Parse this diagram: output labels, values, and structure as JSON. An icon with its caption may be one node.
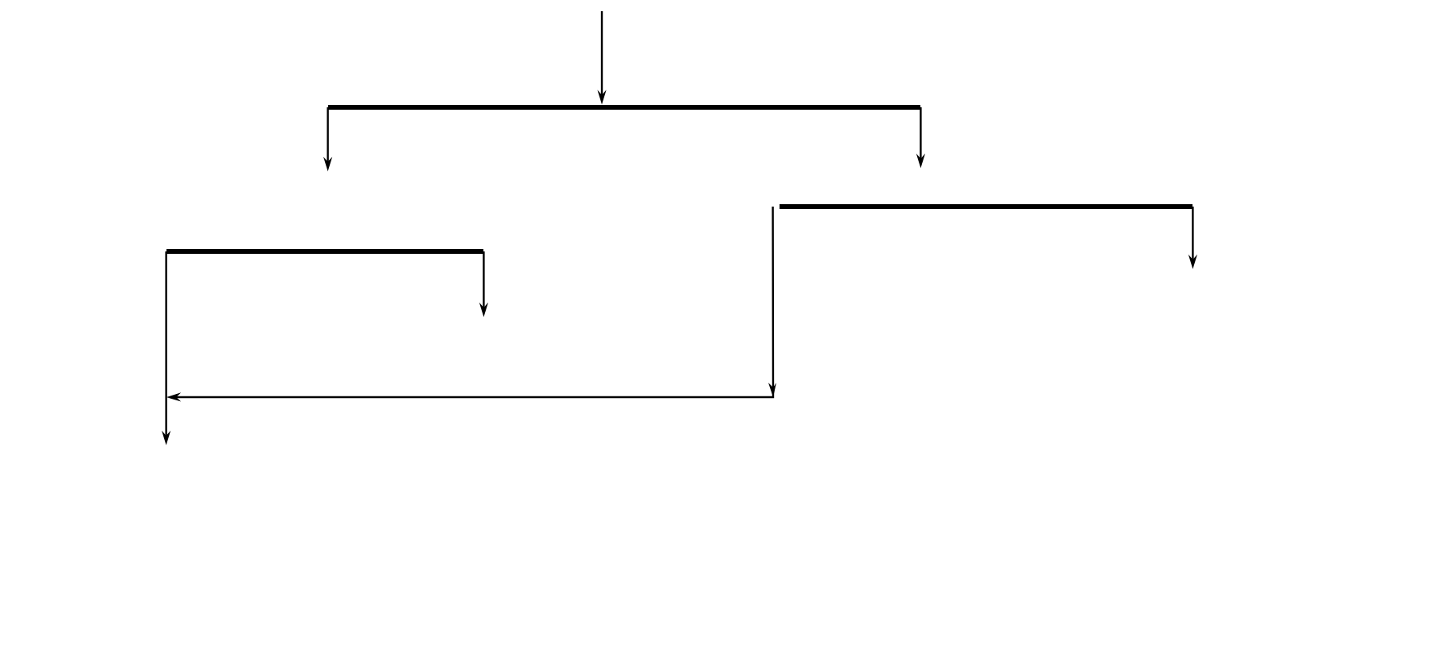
{
  "diagram": {
    "nodes": [
      {
        "text": [],
        "shape": "bar"
      },
      {
        "text": [],
        "shape": "bar"
      },
      {
        "text": [],
        "shape": "bar"
      }
    ],
    "edges": [
      {
        "from": null,
        "to": 0,
        "arrow": "to"
      },
      {
        "from": 0,
        "to": null,
        "arrow": "to"
      },
      {
        "from": 0,
        "to": null,
        "arrow": "to"
      },
      {
        "from": 1,
        "to": null,
        "arrow": "to"
      },
      {
        "from": 1,
        "to": null,
        "arrow": "to"
      },
      {
        "from": 2,
        "to": null,
        "arrow": "to"
      },
      {
        "from": 2,
        "to": null,
        "arrow": "to"
      }
    ]
  }
}
